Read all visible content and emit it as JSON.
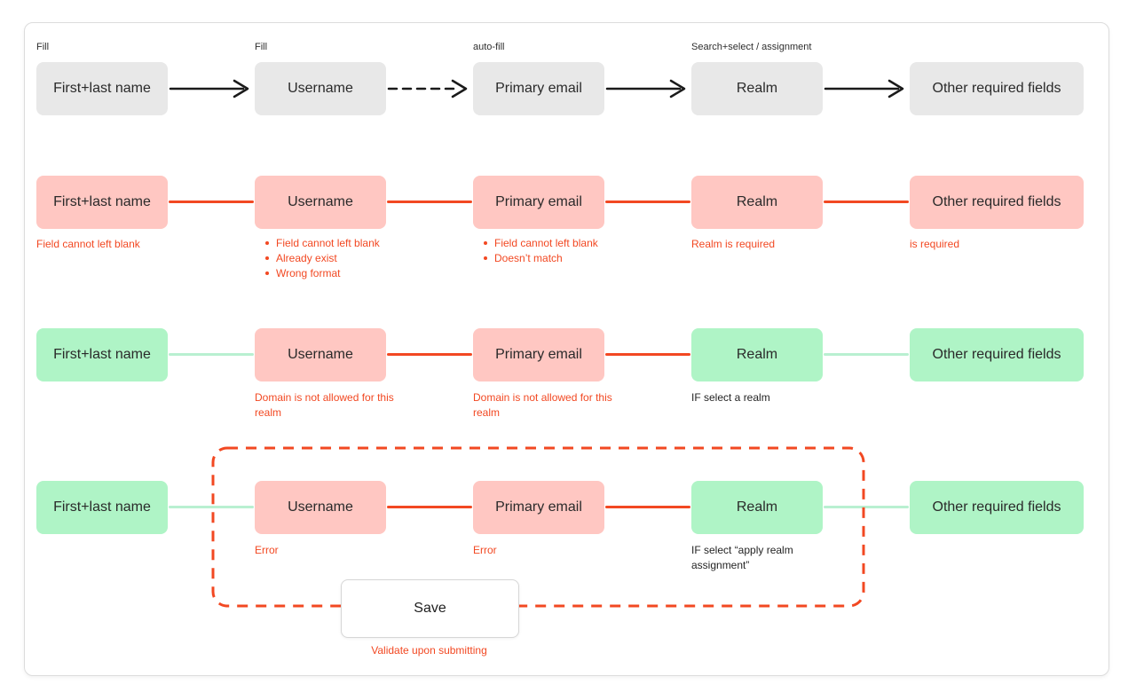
{
  "palette": {
    "box_gray": "#e8e8e8",
    "box_pink": "#ffc7c2",
    "box_green": "#aff4c6",
    "red": "#f24822",
    "green_line": "#b9f0d1",
    "arrow_black": "#1a1a1a",
    "card_border": "#dcdcdc"
  },
  "rows": [
    {
      "name": "fill-flow",
      "boxes": [
        {
          "label": "First+last name",
          "note_above": "Fill"
        },
        {
          "label": "Username",
          "note_above": "Fill"
        },
        {
          "label": "Primary email",
          "note_above": "auto-fill"
        },
        {
          "label": "Realm",
          "note_above": "Search+select / assignment"
        },
        {
          "label": "Other required fields"
        }
      ],
      "connectors": [
        "solid-arrow",
        "dashed-arrow",
        "solid-arrow",
        "solid-arrow"
      ]
    },
    {
      "name": "all-error-state",
      "boxes": [
        {
          "label": "First+last name",
          "notes": [
            "Field cannot left blank"
          ]
        },
        {
          "label": "Username",
          "bullets": [
            "Field cannot left blank",
            "Already exist",
            "Wrong format"
          ]
        },
        {
          "label": "Primary email",
          "bullets": [
            "Field cannot left blank",
            "Doesn’t match"
          ]
        },
        {
          "label": "Realm",
          "notes": [
            "Realm is required"
          ]
        },
        {
          "label": "Other required fields",
          "notes": [
            "is required"
          ]
        }
      ],
      "connectors": [
        "red",
        "red",
        "red",
        "red"
      ]
    },
    {
      "name": "domain-error-state",
      "boxes": [
        {
          "label": "First+last name"
        },
        {
          "label": "Username",
          "notes": [
            "Domain is not allowed for this realm"
          ]
        },
        {
          "label": "Primary email",
          "notes": [
            "Domain is not allowed for this realm"
          ]
        },
        {
          "label": "Realm",
          "note_plain": "IF select a realm"
        },
        {
          "label": "Other required fields"
        }
      ],
      "connectors": [
        "green",
        "red",
        "red",
        "green"
      ]
    },
    {
      "name": "submit-validation-state",
      "boxes": [
        {
          "label": "First+last name"
        },
        {
          "label": "Username",
          "notes": [
            "Error"
          ]
        },
        {
          "label": "Primary email",
          "notes": [
            "Error"
          ]
        },
        {
          "label": "Realm",
          "note_plain": "IF select “apply realm assignment”"
        },
        {
          "label": "Other required fields"
        }
      ],
      "connectors": [
        "green",
        "red",
        "red",
        "green"
      ]
    }
  ],
  "save_button": {
    "label": "Save"
  },
  "footer_note": "Validate upon submitting"
}
